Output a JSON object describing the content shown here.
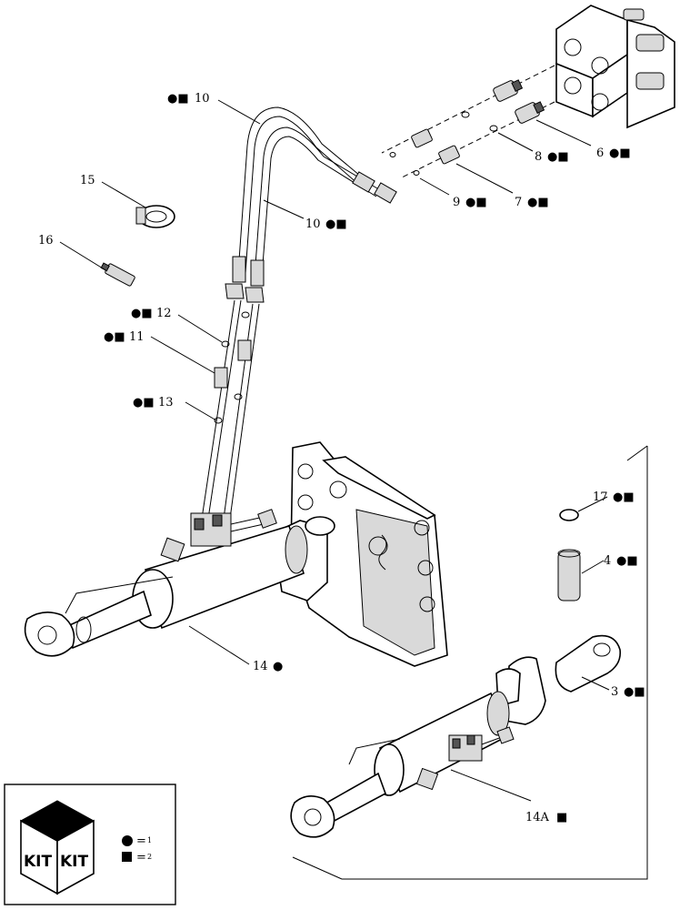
{
  "callouts": [
    {
      "id": "c10a",
      "text": "10",
      "prefix": "●■"
    },
    {
      "id": "c10b",
      "text": "10",
      "suffix": "●■"
    },
    {
      "id": "c15",
      "text": "15"
    },
    {
      "id": "c16",
      "text": "16"
    },
    {
      "id": "c12",
      "text": "12",
      "prefix": "●■"
    },
    {
      "id": "c11",
      "text": "11",
      "prefix": "●■"
    },
    {
      "id": "c13",
      "text": "13",
      "prefix": "●■"
    },
    {
      "id": "c6",
      "text": "6",
      "suffix": "●■"
    },
    {
      "id": "c8",
      "text": "8",
      "suffix": "●■"
    },
    {
      "id": "c7",
      "text": "7",
      "suffix": "●■"
    },
    {
      "id": "c9",
      "text": "9",
      "suffix": "●■"
    },
    {
      "id": "c17",
      "text": "17",
      "suffix": "●■"
    },
    {
      "id": "c4",
      "text": "4",
      "suffix": "●■"
    },
    {
      "id": "c3",
      "text": "3",
      "suffix": "●■"
    },
    {
      "id": "c14",
      "text": "14",
      "suffix": "●"
    },
    {
      "id": "c14a",
      "text": "14A",
      "suffix": "■"
    }
  ],
  "legend": {
    "kit_label_1": "KIT",
    "kit_label_2": "KIT",
    "circle_eq": "=",
    "circle_num": "1",
    "square_eq": "=",
    "square_num": "2"
  },
  "colors": {
    "ink": "#000000",
    "paper": "#ffffff",
    "shade": "#d9d9d9"
  }
}
